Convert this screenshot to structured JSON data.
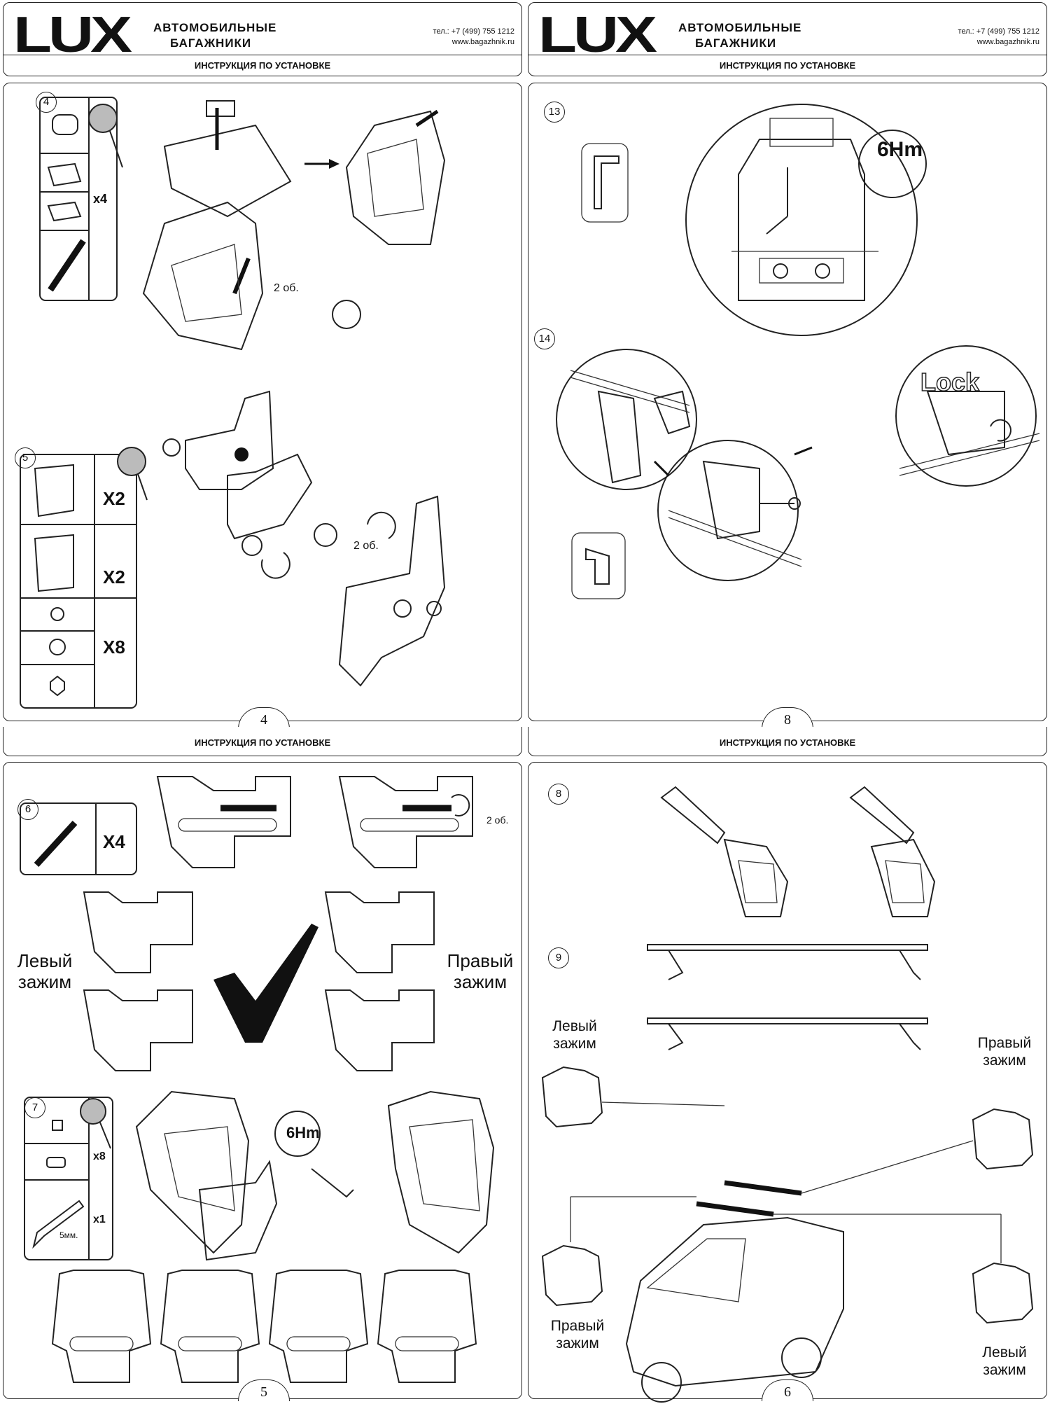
{
  "header": {
    "logo": "LUX",
    "subtitle_line1": "АВТОМОБИЛЬНЫЕ",
    "subtitle_line2": "БАГАЖНИКИ",
    "phone": "тел.: +7 (499) 755 1212",
    "website": "www.bagazhnik.ru",
    "title": "ИНСТРУКЦИЯ ПО УСТАНОВКЕ"
  },
  "pages": {
    "top_left": {
      "page_number": "4",
      "steps": {
        "s4": {
          "number": "4",
          "count": "x4",
          "turns": "2 об."
        },
        "s5": {
          "number": "5",
          "count_a": "X2",
          "count_b": "X2",
          "count_c": "X8",
          "turns": "2 об."
        }
      }
    },
    "top_right": {
      "page_number": "8",
      "steps": {
        "s13": {
          "number": "13",
          "torque": "6Hm"
        },
        "s14": {
          "number": "14",
          "lock": "Lock"
        }
      }
    },
    "bottom_left": {
      "page_number": "5",
      "steps": {
        "s6": {
          "number": "6",
          "count": "X4",
          "turns": "2 об.",
          "left_clamp": "Левый зажим",
          "right_clamp": "Правый зажим"
        },
        "s7": {
          "number": "7",
          "count_a": "x8",
          "count_b": "x1",
          "key_size": "5мм.",
          "torque": "6Hm"
        }
      }
    },
    "bottom_right": {
      "page_number": "6",
      "steps": {
        "s8": {
          "number": "8"
        },
        "s9": {
          "number": "9",
          "left_clamp_top": "Левый зажим",
          "right_clamp_top": "Правый зажим",
          "right_clamp_bottom": "Правый зажим",
          "left_clamp_bottom": "Левый зажим"
        }
      }
    }
  }
}
